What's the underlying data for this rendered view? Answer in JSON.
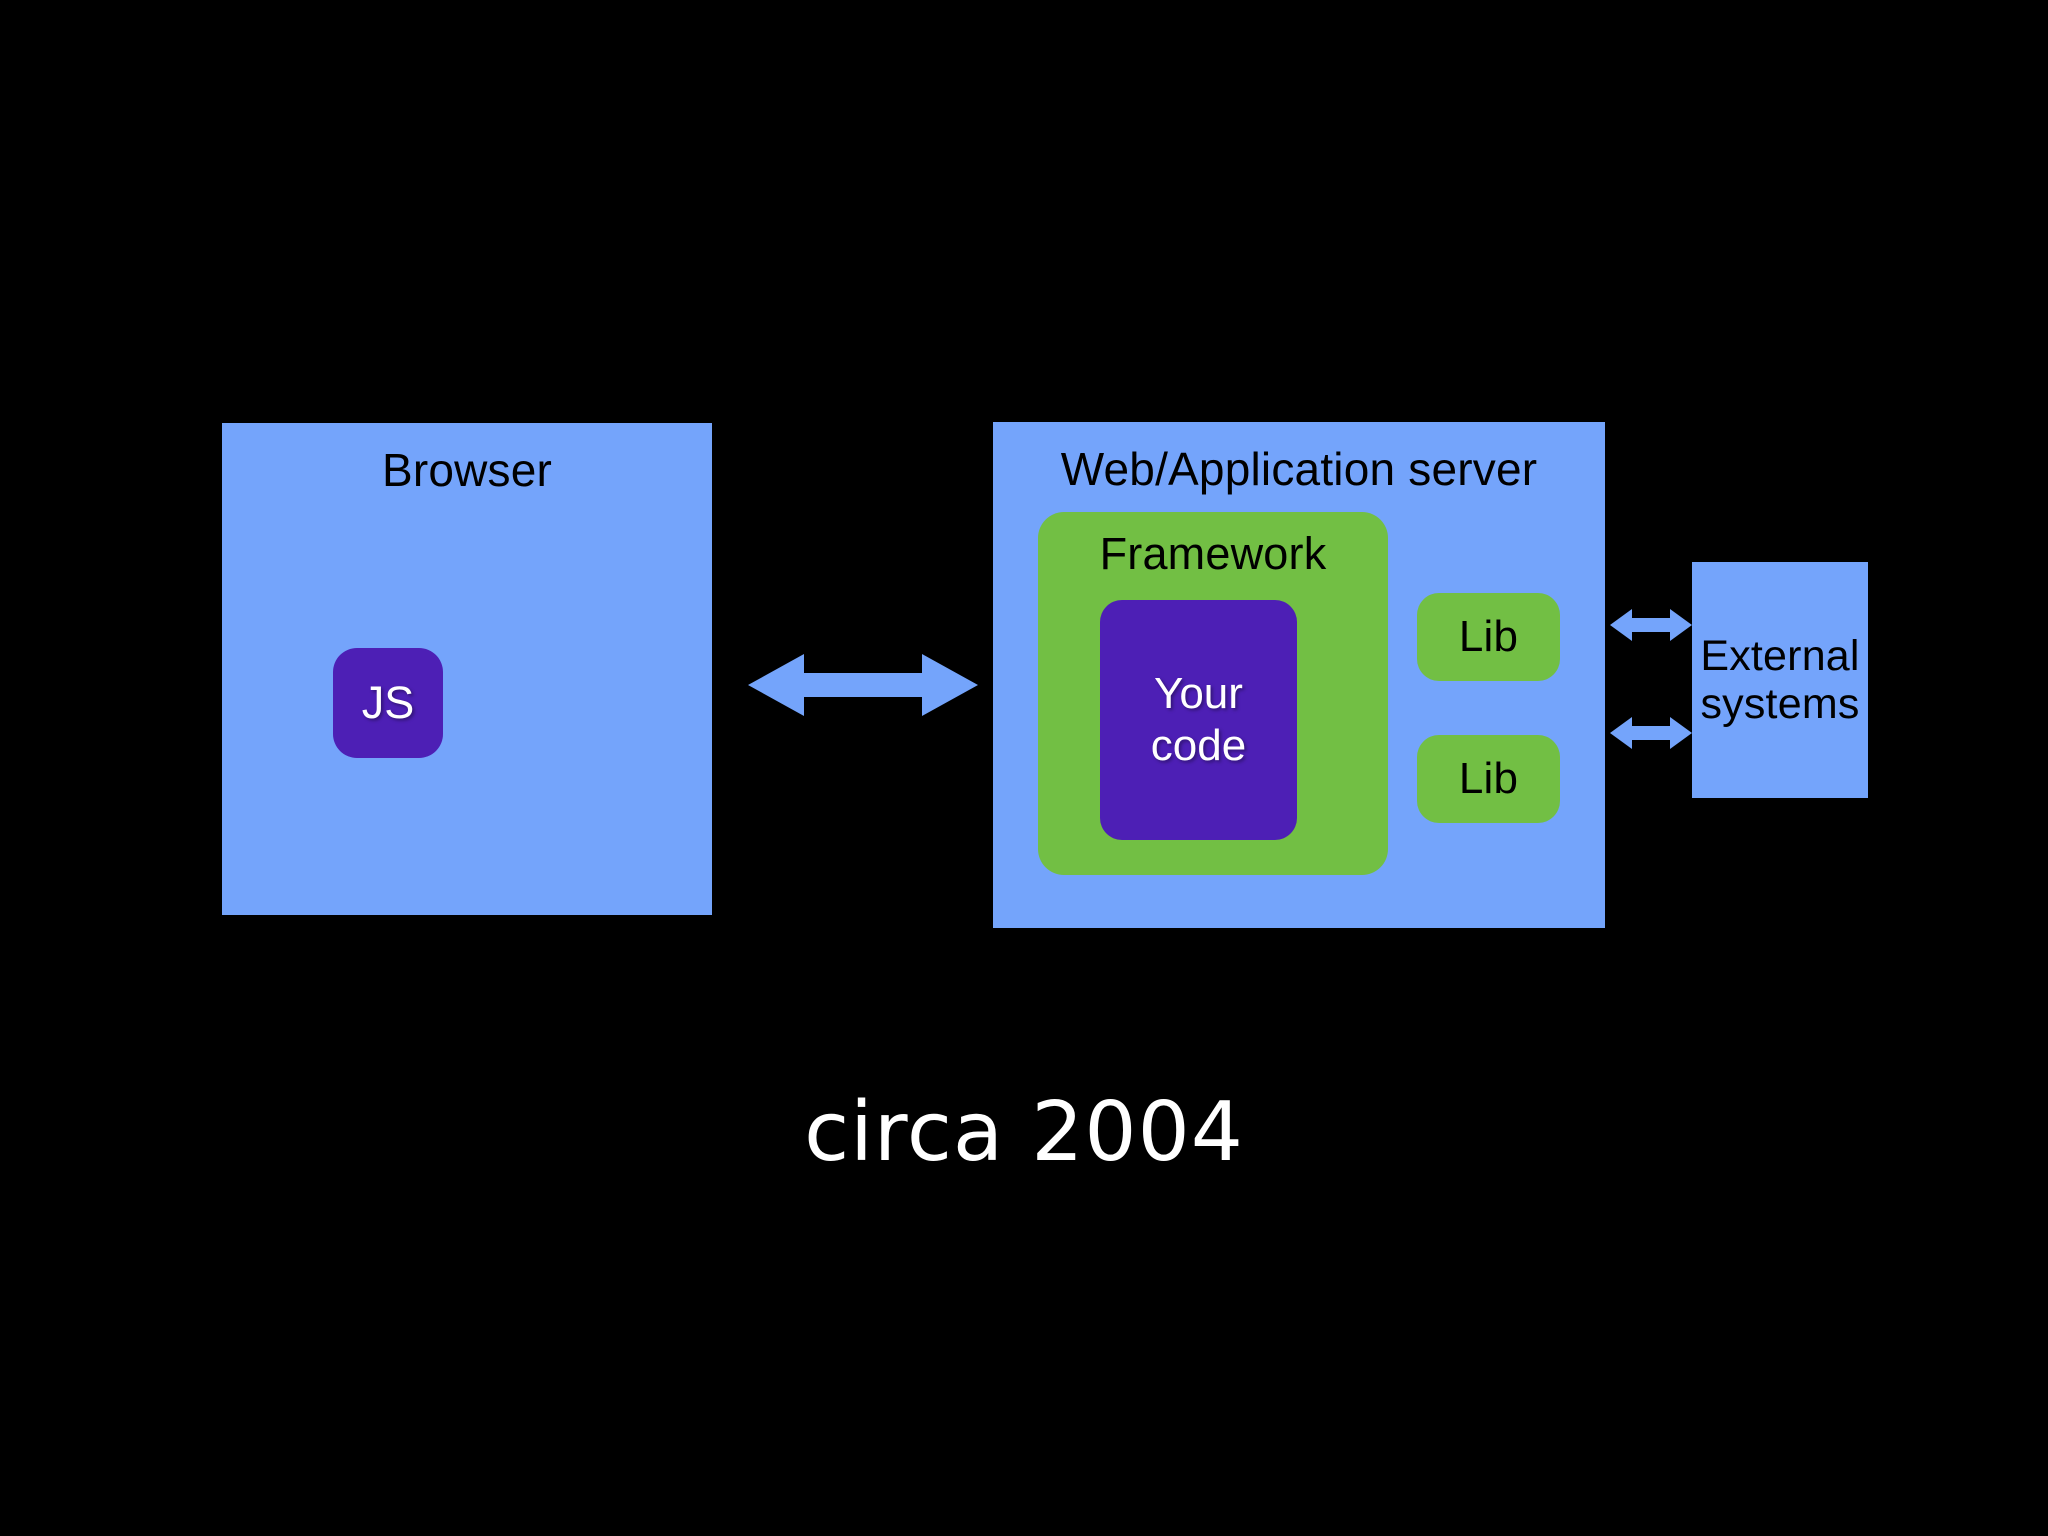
{
  "slide": {
    "background_color": "#000000",
    "caption": "circa 2004"
  },
  "palette": {
    "blue": "#74a4fb",
    "green": "#72bf44",
    "purple": "#4d1fb5",
    "text_dark": "#000000",
    "text_light": "#ffffff"
  },
  "diagram": {
    "browser": {
      "title": "Browser",
      "js": {
        "label": "JS"
      }
    },
    "server": {
      "title": "Web/Application server",
      "framework": {
        "title": "Framework",
        "your_code": {
          "label": "Your\ncode"
        }
      },
      "libs": [
        {
          "label": "Lib"
        },
        {
          "label": "Lib"
        }
      ]
    },
    "external": {
      "label": "External\nsystems"
    },
    "connectors": [
      {
        "name": "browser-server-link",
        "style": "double-arrow",
        "color": "#74a4fb"
      },
      {
        "name": "server-external-link-1",
        "style": "double-arrow",
        "color": "#74a4fb"
      },
      {
        "name": "server-external-link-2",
        "style": "double-arrow",
        "color": "#74a4fb"
      }
    ]
  }
}
